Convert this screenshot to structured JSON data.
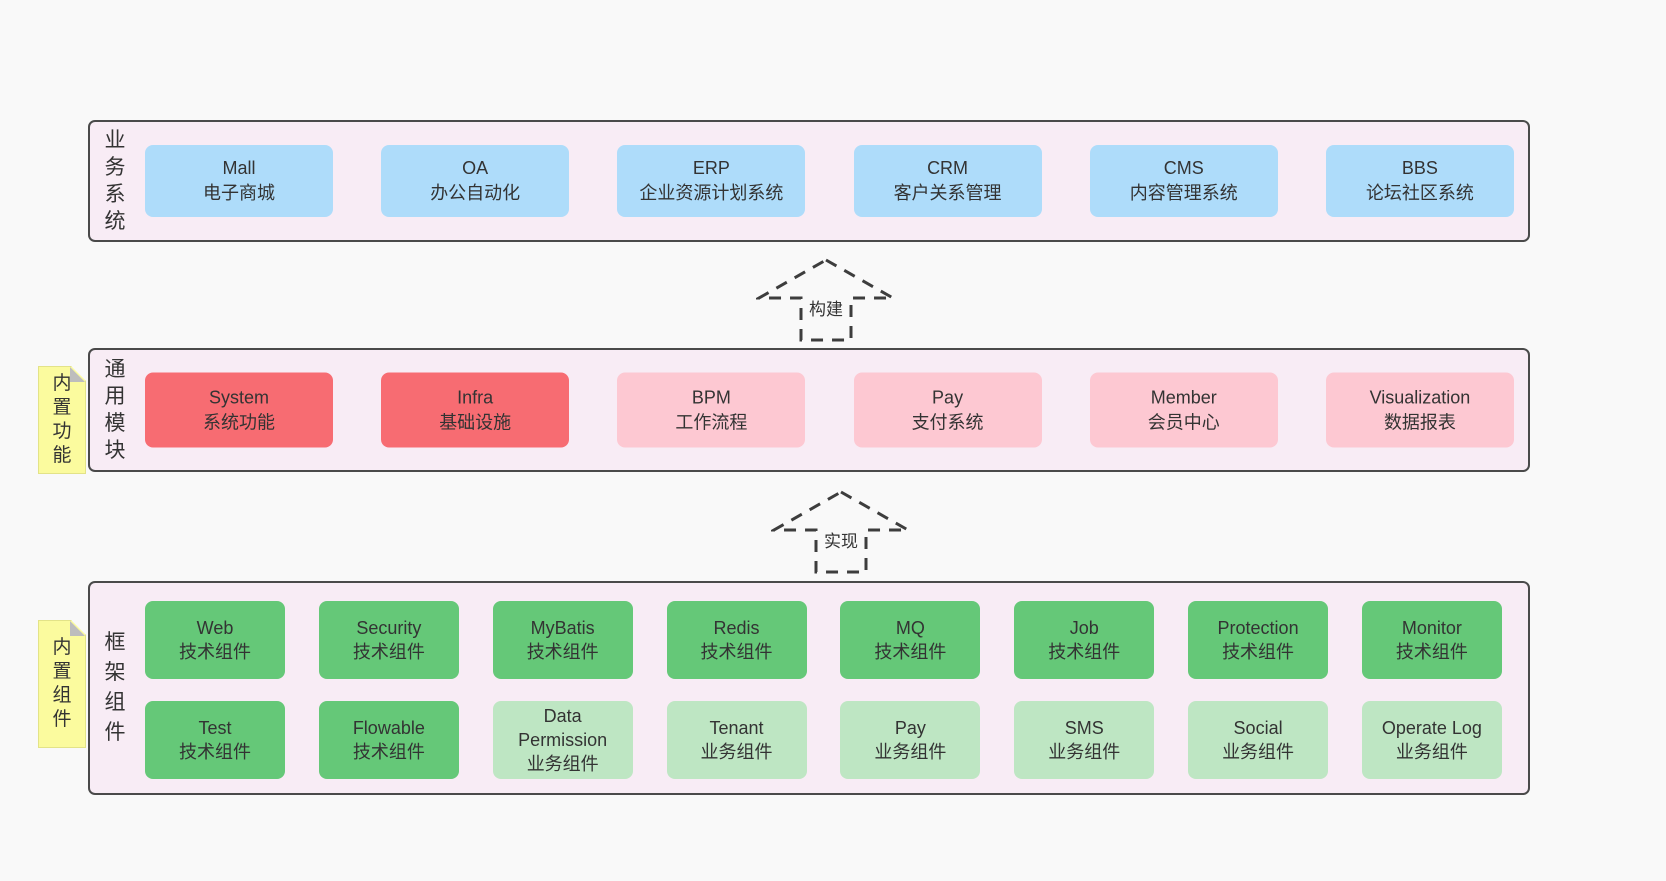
{
  "palette": {
    "canvas": "#f9f9f9",
    "panel_bg": "#f8ecf5",
    "panel_border": "#4a4a4a",
    "blue": "#aedcfa",
    "red": "#f76c72",
    "pink": "#fdc8d2",
    "green_dark": "#65c878",
    "green_light": "#bee6c3",
    "note_yellow": "#fbfb9e",
    "note_fold_gray": "#bdbdbd",
    "arrow_stroke": "#3d3d3d",
    "text": "#333333"
  },
  "layers": {
    "business": {
      "label": "业务系统",
      "boxes": [
        {
          "title": "Mall",
          "subtitle": "电子商城"
        },
        {
          "title": "OA",
          "subtitle": "办公自动化"
        },
        {
          "title": "ERP",
          "subtitle": "企业资源计划系统"
        },
        {
          "title": "CRM",
          "subtitle": "客户关系管理"
        },
        {
          "title": "CMS",
          "subtitle": "内容管理系统"
        },
        {
          "title": "BBS",
          "subtitle": "论坛社区系统"
        }
      ]
    },
    "modules": {
      "label": "通用模块",
      "note": "内置功能",
      "boxes": [
        {
          "title": "System",
          "subtitle": "系统功能"
        },
        {
          "title": "Infra",
          "subtitle": "基础设施"
        },
        {
          "title": "BPM",
          "subtitle": "工作流程"
        },
        {
          "title": "Pay",
          "subtitle": "支付系统"
        },
        {
          "title": "Member",
          "subtitle": "会员中心"
        },
        {
          "title": "Visualization",
          "subtitle": "数据报表"
        }
      ]
    },
    "framework": {
      "label": "框架组件",
      "note": "内置组件",
      "row1": [
        {
          "title": "Web",
          "subtitle": "技术组件"
        },
        {
          "title": "Security",
          "subtitle": "技术组件"
        },
        {
          "title": "MyBatis",
          "subtitle": "技术组件"
        },
        {
          "title": "Redis",
          "subtitle": "技术组件"
        },
        {
          "title": "MQ",
          "subtitle": "技术组件"
        },
        {
          "title": "Job",
          "subtitle": "技术组件"
        },
        {
          "title": "Protection",
          "subtitle": "技术组件"
        },
        {
          "title": "Monitor",
          "subtitle": "技术组件"
        }
      ],
      "row2": [
        {
          "title": "Test",
          "subtitle": "技术组件"
        },
        {
          "title": "Flowable",
          "subtitle": "技术组件"
        },
        {
          "title": "Data Permission",
          "subtitle": "业务组件"
        },
        {
          "title": "Tenant",
          "subtitle": "业务组件"
        },
        {
          "title": "Pay",
          "subtitle": "业务组件"
        },
        {
          "title": "SMS",
          "subtitle": "业务组件"
        },
        {
          "title": "Social",
          "subtitle": "业务组件"
        },
        {
          "title": "Operate Log",
          "subtitle": "业务组件"
        }
      ]
    }
  },
  "arrows": [
    {
      "label": "构建"
    },
    {
      "label": "实现"
    }
  ]
}
